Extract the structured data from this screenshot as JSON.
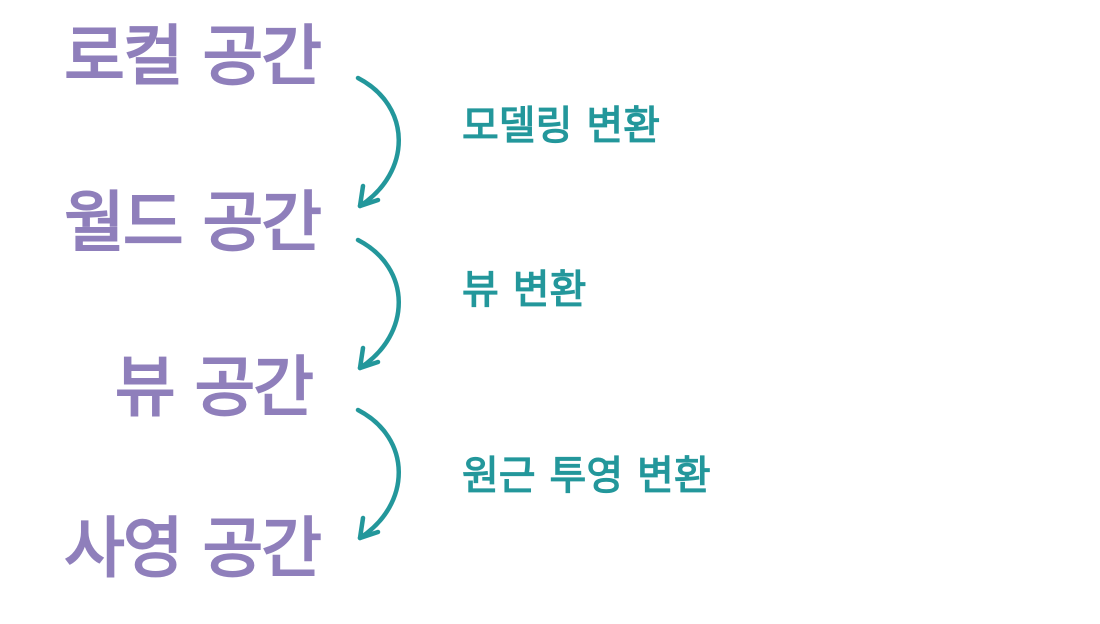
{
  "colors": {
    "space": "#8f7fbb",
    "transform": "#23979b",
    "arrow": "#23979b"
  },
  "spaces": [
    {
      "label": "로컬 공간"
    },
    {
      "label": "월드 공간"
    },
    {
      "label": "뷰 공간"
    },
    {
      "label": "사영 공간"
    }
  ],
  "transforms": [
    {
      "label": "모델링 변환",
      "icon": "curved-arrow-down-icon"
    },
    {
      "label": "뷰 변환",
      "icon": "curved-arrow-down-icon"
    },
    {
      "label": "원근 투영 변환",
      "icon": "curved-arrow-down-icon"
    }
  ]
}
